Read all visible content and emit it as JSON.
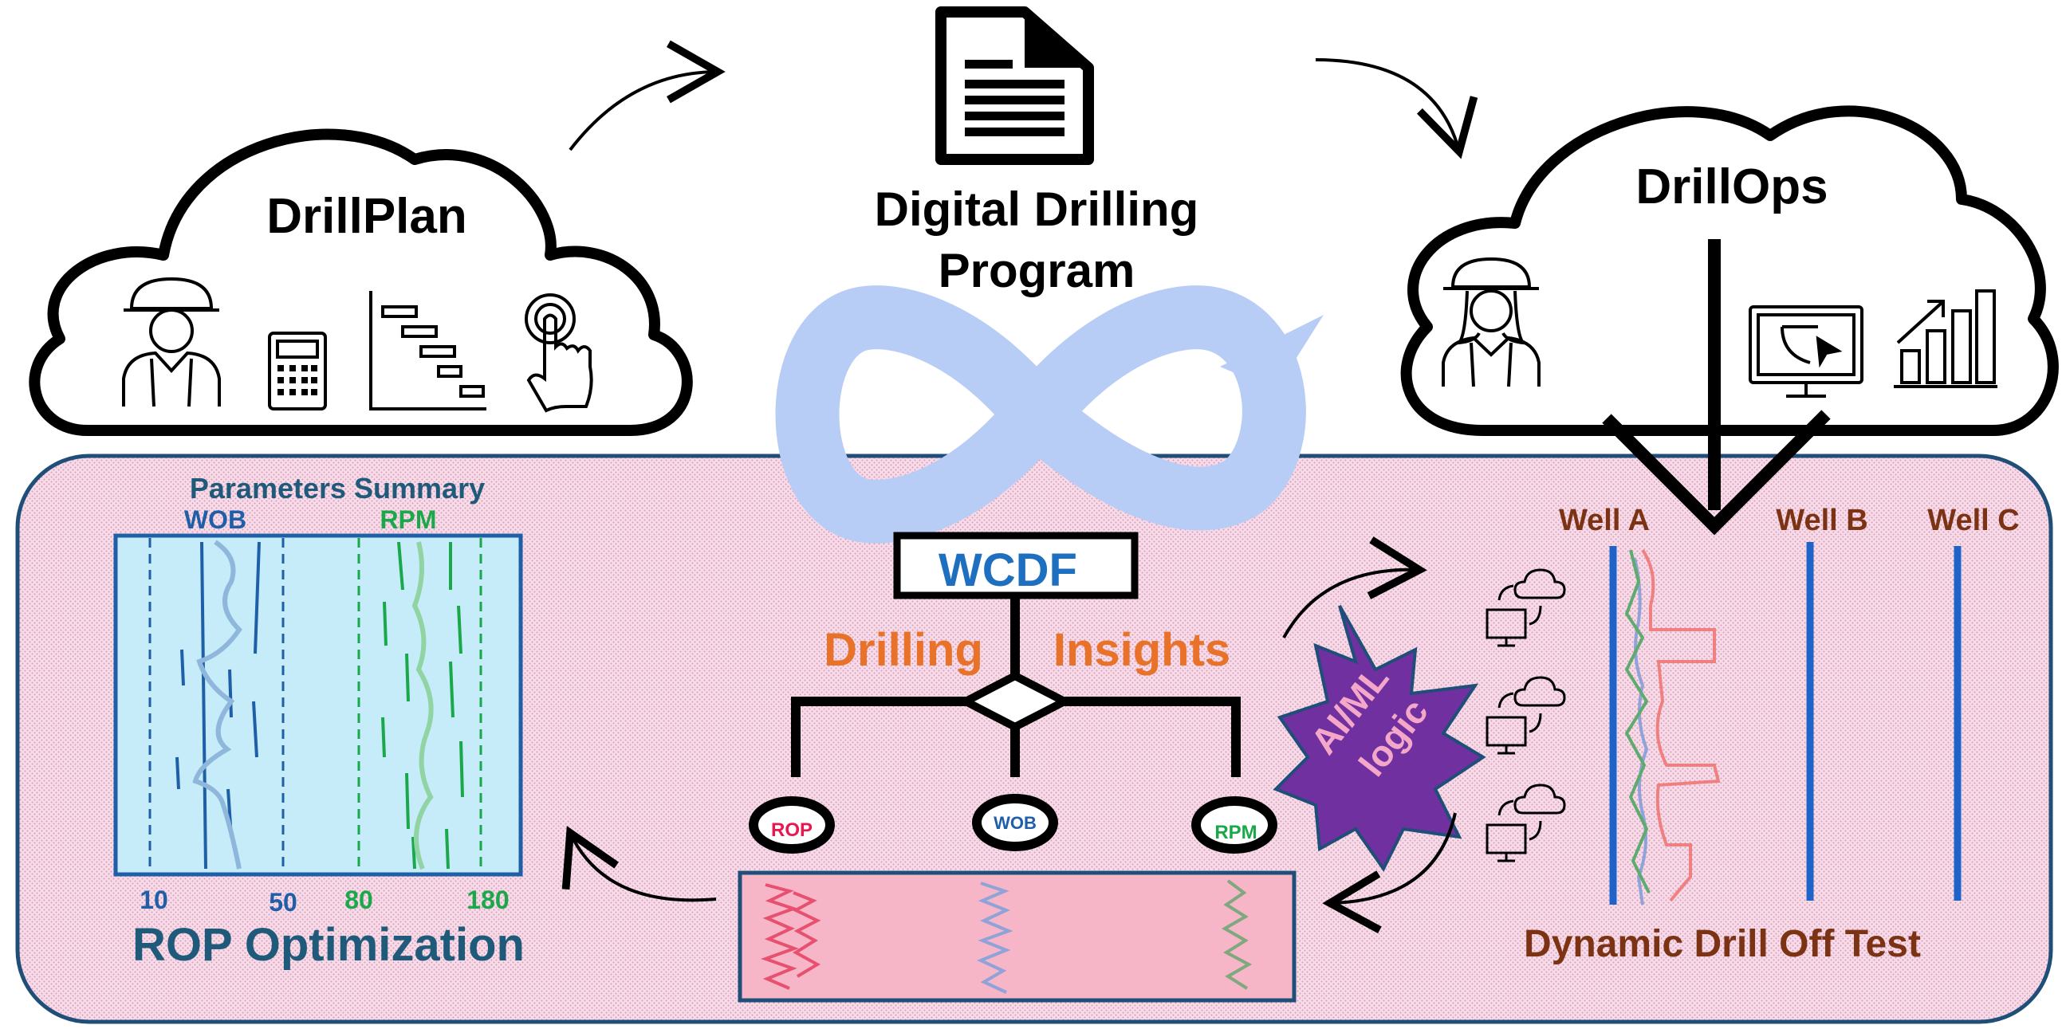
{
  "clouds": {
    "plan": {
      "title": "DrillPlan"
    },
    "ops": {
      "title": "DrillOps"
    }
  },
  "program": {
    "line1": "Digital Drilling",
    "line2": "Program"
  },
  "summary": {
    "title": "Parameters Summary",
    "wob_label": "WOB",
    "rpm_label": "RPM",
    "ticks": [
      "10",
      "50",
      "80",
      "180"
    ],
    "footer": "ROP Optimization"
  },
  "wcdf": {
    "box": "WCDF",
    "insights_left": "Drilling",
    "insights_right": "Insights",
    "nodes": [
      "ROP",
      "WOB",
      "RPM"
    ]
  },
  "aiml": {
    "line1": "AI/ML",
    "line2": "logic"
  },
  "wells": {
    "labels": [
      "Well A",
      "Well B",
      "Well C"
    ],
    "footer": "Dynamic Drill Off Test"
  },
  "colors": {
    "panel_bg": "#f8dbe8",
    "panel_border": "#1f4e79",
    "infinity": "#b7cdf5",
    "summary_bg": "#c5ecf8",
    "wob": "#1e5fa8",
    "rpm": "#1aa84a",
    "rop": "#e8174f",
    "insights": "#e8722a",
    "wcdf_text": "#1e6fc0",
    "well_text": "#7b3314",
    "well_line": "#1e64c8",
    "starburst": "#7030a0",
    "aiml_text": "#f4a7c8",
    "summary_text": "#1f5a7a"
  },
  "icons": [
    "worker-icon",
    "calculator-icon",
    "gantt-chart-icon",
    "touch-hand-icon",
    "document-icon",
    "infinity-loop-icon",
    "monitor-icon",
    "bar-chart-icon",
    "cloud-icon"
  ]
}
